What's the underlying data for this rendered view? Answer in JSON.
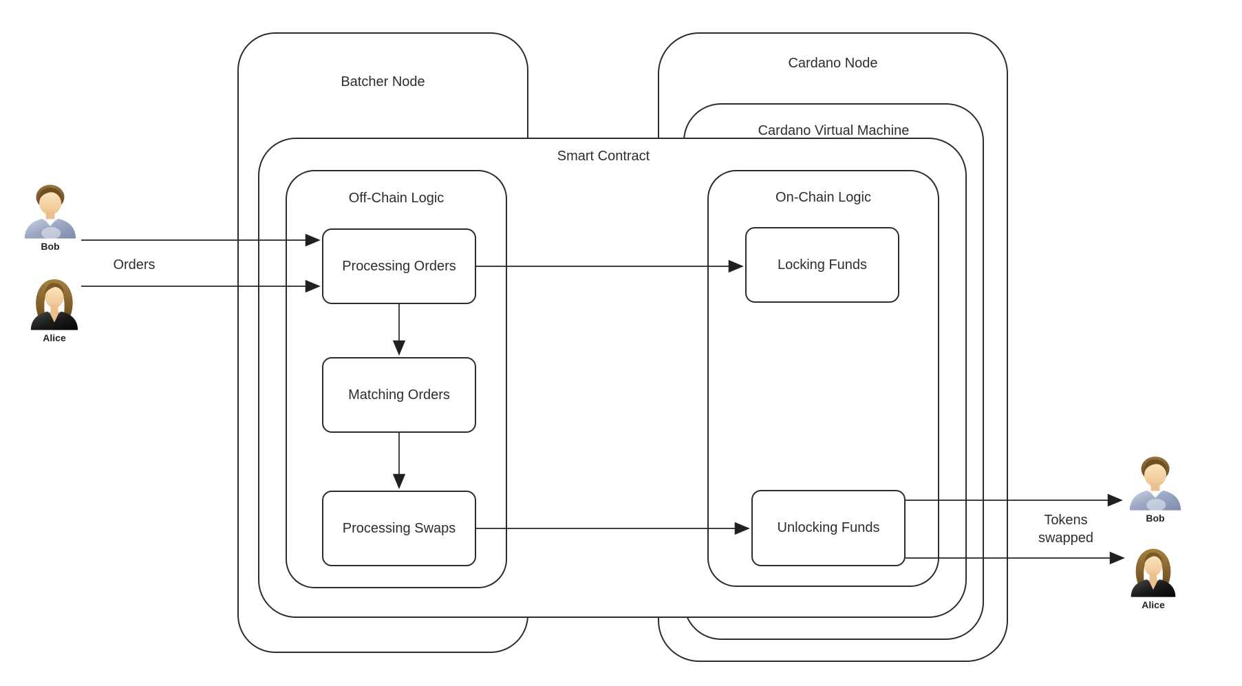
{
  "containers": {
    "batcher_node": {
      "label": "Batcher Node"
    },
    "cardano_node": {
      "label": "Cardano Node"
    },
    "cardano_vm": {
      "label": "Cardano Virtual Machine"
    },
    "smart_contract": {
      "label": "Smart Contract"
    },
    "off_chain": {
      "label": "Off-Chain Logic"
    },
    "on_chain": {
      "label": "On-Chain Logic"
    }
  },
  "process_nodes": {
    "processing_orders": {
      "label": "Processing Orders"
    },
    "matching_orders": {
      "label": "Matching Orders"
    },
    "processing_swaps": {
      "label": "Processing Swaps"
    },
    "locking_funds": {
      "label": "Locking Funds"
    },
    "unlocking_funds": {
      "label": "Unlocking Funds"
    }
  },
  "actors": {
    "bob_left": {
      "label": "Bob"
    },
    "alice_left": {
      "label": "Alice"
    },
    "bob_right": {
      "label": "Bob"
    },
    "alice_right": {
      "label": "Alice"
    }
  },
  "edge_labels": {
    "orders": "Orders",
    "tokens_line1": "Tokens",
    "tokens_line2": "swapped"
  },
  "edges": [
    {
      "from": "Bob",
      "to": "Processing Orders",
      "label": "Orders"
    },
    {
      "from": "Alice",
      "to": "Processing Orders",
      "label": "Orders"
    },
    {
      "from": "Processing Orders",
      "to": "Locking Funds",
      "label": ""
    },
    {
      "from": "Processing Orders",
      "to": "Matching Orders",
      "label": ""
    },
    {
      "from": "Matching Orders",
      "to": "Processing Swaps",
      "label": ""
    },
    {
      "from": "Processing Swaps",
      "to": "Unlocking Funds",
      "label": ""
    },
    {
      "from": "Unlocking Funds",
      "to": "Bob",
      "label": "Tokens swapped"
    },
    {
      "from": "Unlocking Funds",
      "to": "Alice",
      "label": "Tokens swapped"
    }
  ],
  "colors": {
    "background": "#ffffff",
    "stroke": "#2b2b2b",
    "text": "#2d2d2d",
    "bob_shirt": "#99a5c2",
    "alice_jacket": "#141414",
    "hair_brown": "#7a5a28",
    "skin": "#f2cd9e"
  }
}
